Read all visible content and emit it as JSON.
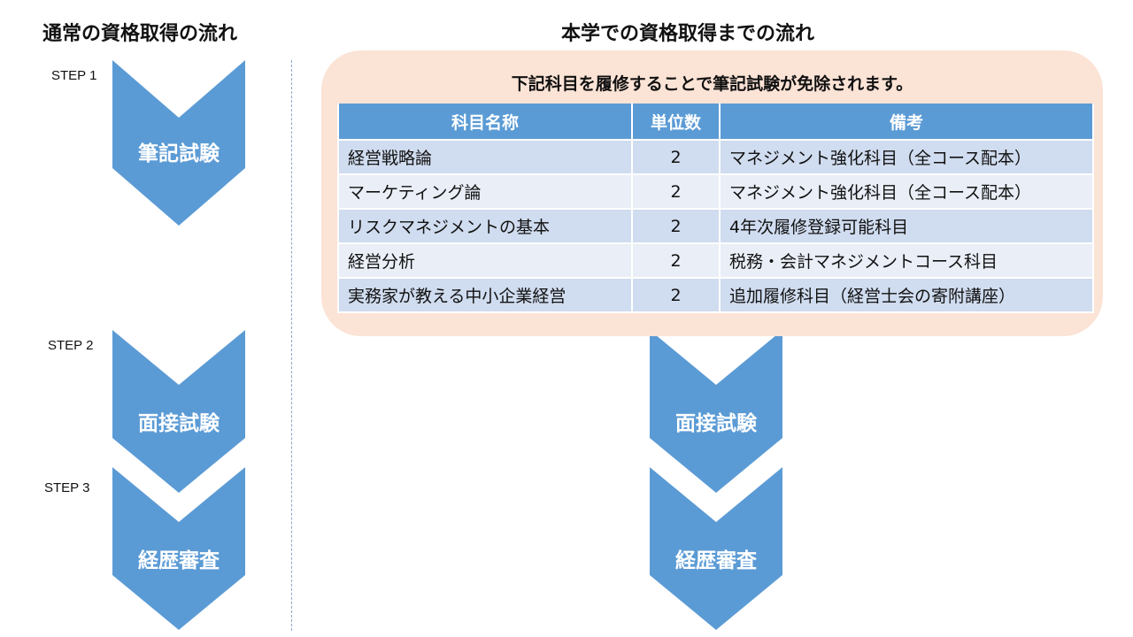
{
  "left_title": "通常の資格取得の流れ",
  "right_title": "本学での資格取得までの流れ",
  "colors": {
    "chevron": "#5b9bd5",
    "box": "#fbe3d6",
    "header": "#5b9bd5"
  },
  "left_flow": [
    {
      "step": "STEP 1",
      "label": "筆記試験"
    },
    {
      "step": "STEP 2",
      "label": "面接試験"
    },
    {
      "step": "STEP 3",
      "label": "経歴審査"
    }
  ],
  "right_flow": [
    {
      "label": "面接試験"
    },
    {
      "label": "経歴審査"
    }
  ],
  "exemption": {
    "note": "下記科目を履修することで筆記試験が免除されます。",
    "headers": [
      "科目名称",
      "単位数",
      "備考"
    ],
    "rows": [
      [
        "経営戦略論",
        "2",
        "マネジメント強化科目（全コース配本）"
      ],
      [
        "マーケティング論",
        "2",
        "マネジメント強化科目（全コース配本）"
      ],
      [
        "リスクマネジメントの基本",
        "2",
        "4年次履修登録可能科目"
      ],
      [
        "経営分析",
        "2",
        "税務・会計マネジメントコース科目"
      ],
      [
        "実務家が教える中小企業経営",
        "2",
        "追加履修科目（経営士会の寄附講座）"
      ]
    ]
  }
}
